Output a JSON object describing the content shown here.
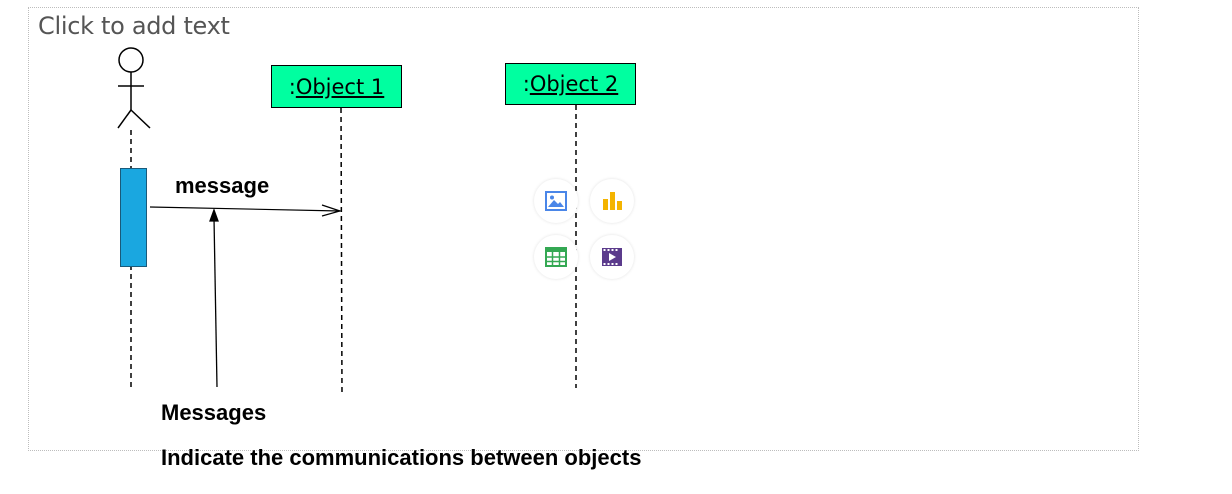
{
  "slide": {
    "placeholder_text": "Click to add text"
  },
  "objects": [
    {
      "prefix": ":",
      "name": "Object 1"
    },
    {
      "prefix": ":",
      "name": "Object 2"
    }
  ],
  "message": {
    "label": "message"
  },
  "caption": {
    "title": "Messages",
    "description": "Indicate the communications between objects"
  },
  "colors": {
    "object_fill": "#00ffa0",
    "activation_fill": "#1aa7e0",
    "picture_icon": "#4a86e8",
    "chart_icon": "#f4b400",
    "table_icon": "#34a853",
    "video_icon": "#5b3b8c"
  },
  "insert_icons": [
    "picture-icon",
    "chart-icon",
    "table-icon",
    "video-icon"
  ]
}
